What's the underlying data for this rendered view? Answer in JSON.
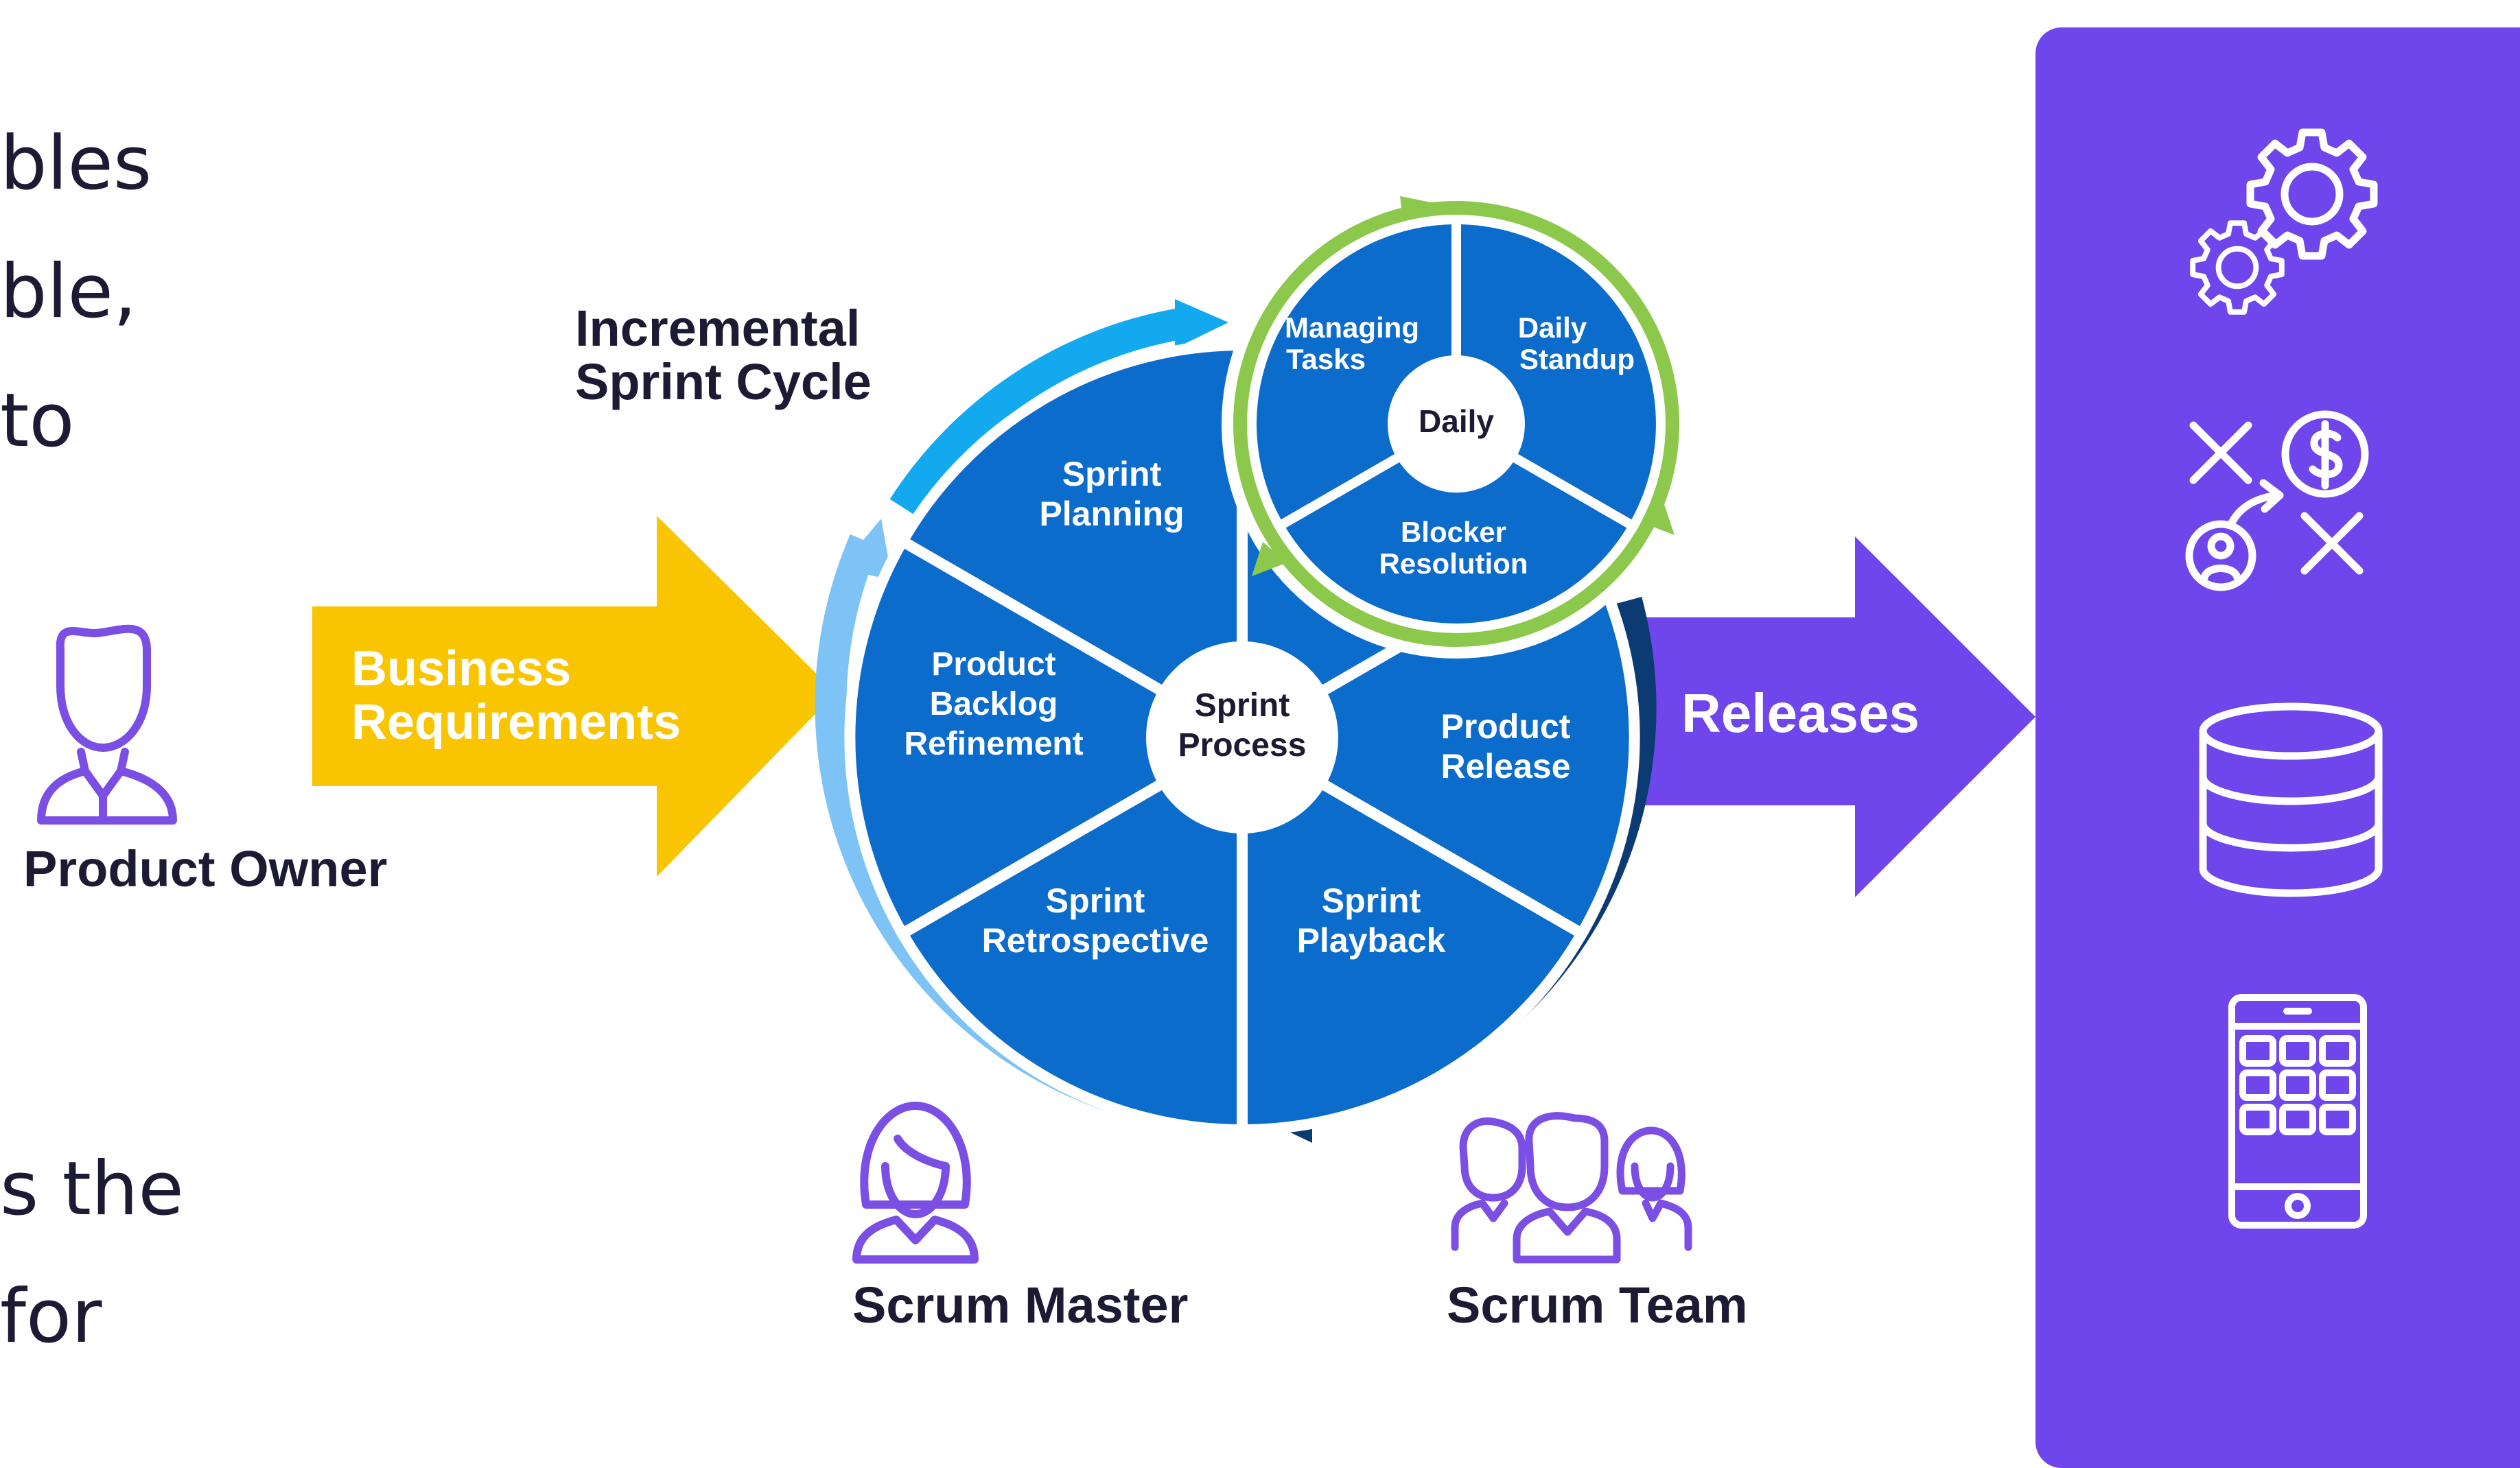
{
  "intro_text": {
    "lines": [
      "bles",
      "ble,",
      "to",
      "s the",
      "for"
    ]
  },
  "cycle_title": {
    "line1": "Incremental",
    "line2": "Sprint Cycle"
  },
  "arrows": {
    "input_label_line1": "Business",
    "input_label_line2": "Requirements",
    "output_label": "Releases"
  },
  "roles": {
    "product_owner": "Product Owner",
    "scrum_master": "Scrum Master",
    "scrum_team": "Scrum Team"
  },
  "wheel": {
    "center_line1": "Sprint",
    "center_line2": "Process",
    "segments": {
      "planning": [
        "Sprint",
        "Planning"
      ],
      "backlog": [
        "Product",
        "Backlog",
        "Refinement"
      ],
      "retrospective": [
        "Sprint",
        "Retrospective"
      ],
      "playback": [
        "Sprint",
        "Playback"
      ],
      "release": [
        "Product",
        "Release"
      ]
    }
  },
  "daily": {
    "center": "Daily",
    "segments": {
      "managing": [
        "Managing",
        "Tasks"
      ],
      "standup": [
        "Daily",
        "Standup"
      ],
      "blocker": [
        "Blocker",
        "Resolution"
      ]
    }
  },
  "panel_icons": [
    "gears-icon",
    "strategy-icon",
    "database-icon",
    "mobile-app-icon"
  ],
  "colors": {
    "wheel_blue": "#0c6ccb",
    "wheel_ring_light": "#7dc3f5",
    "wheel_ring_mid": "#12a9ee",
    "wheel_ring_dark": "#0c3b73",
    "daily_ring_green": "#8cc84b",
    "business_arrow": "#f8c500",
    "releases_arrow": "#6f45ec",
    "text_dark": "#1d1a33",
    "icon_purple": "#7b4fe4"
  }
}
